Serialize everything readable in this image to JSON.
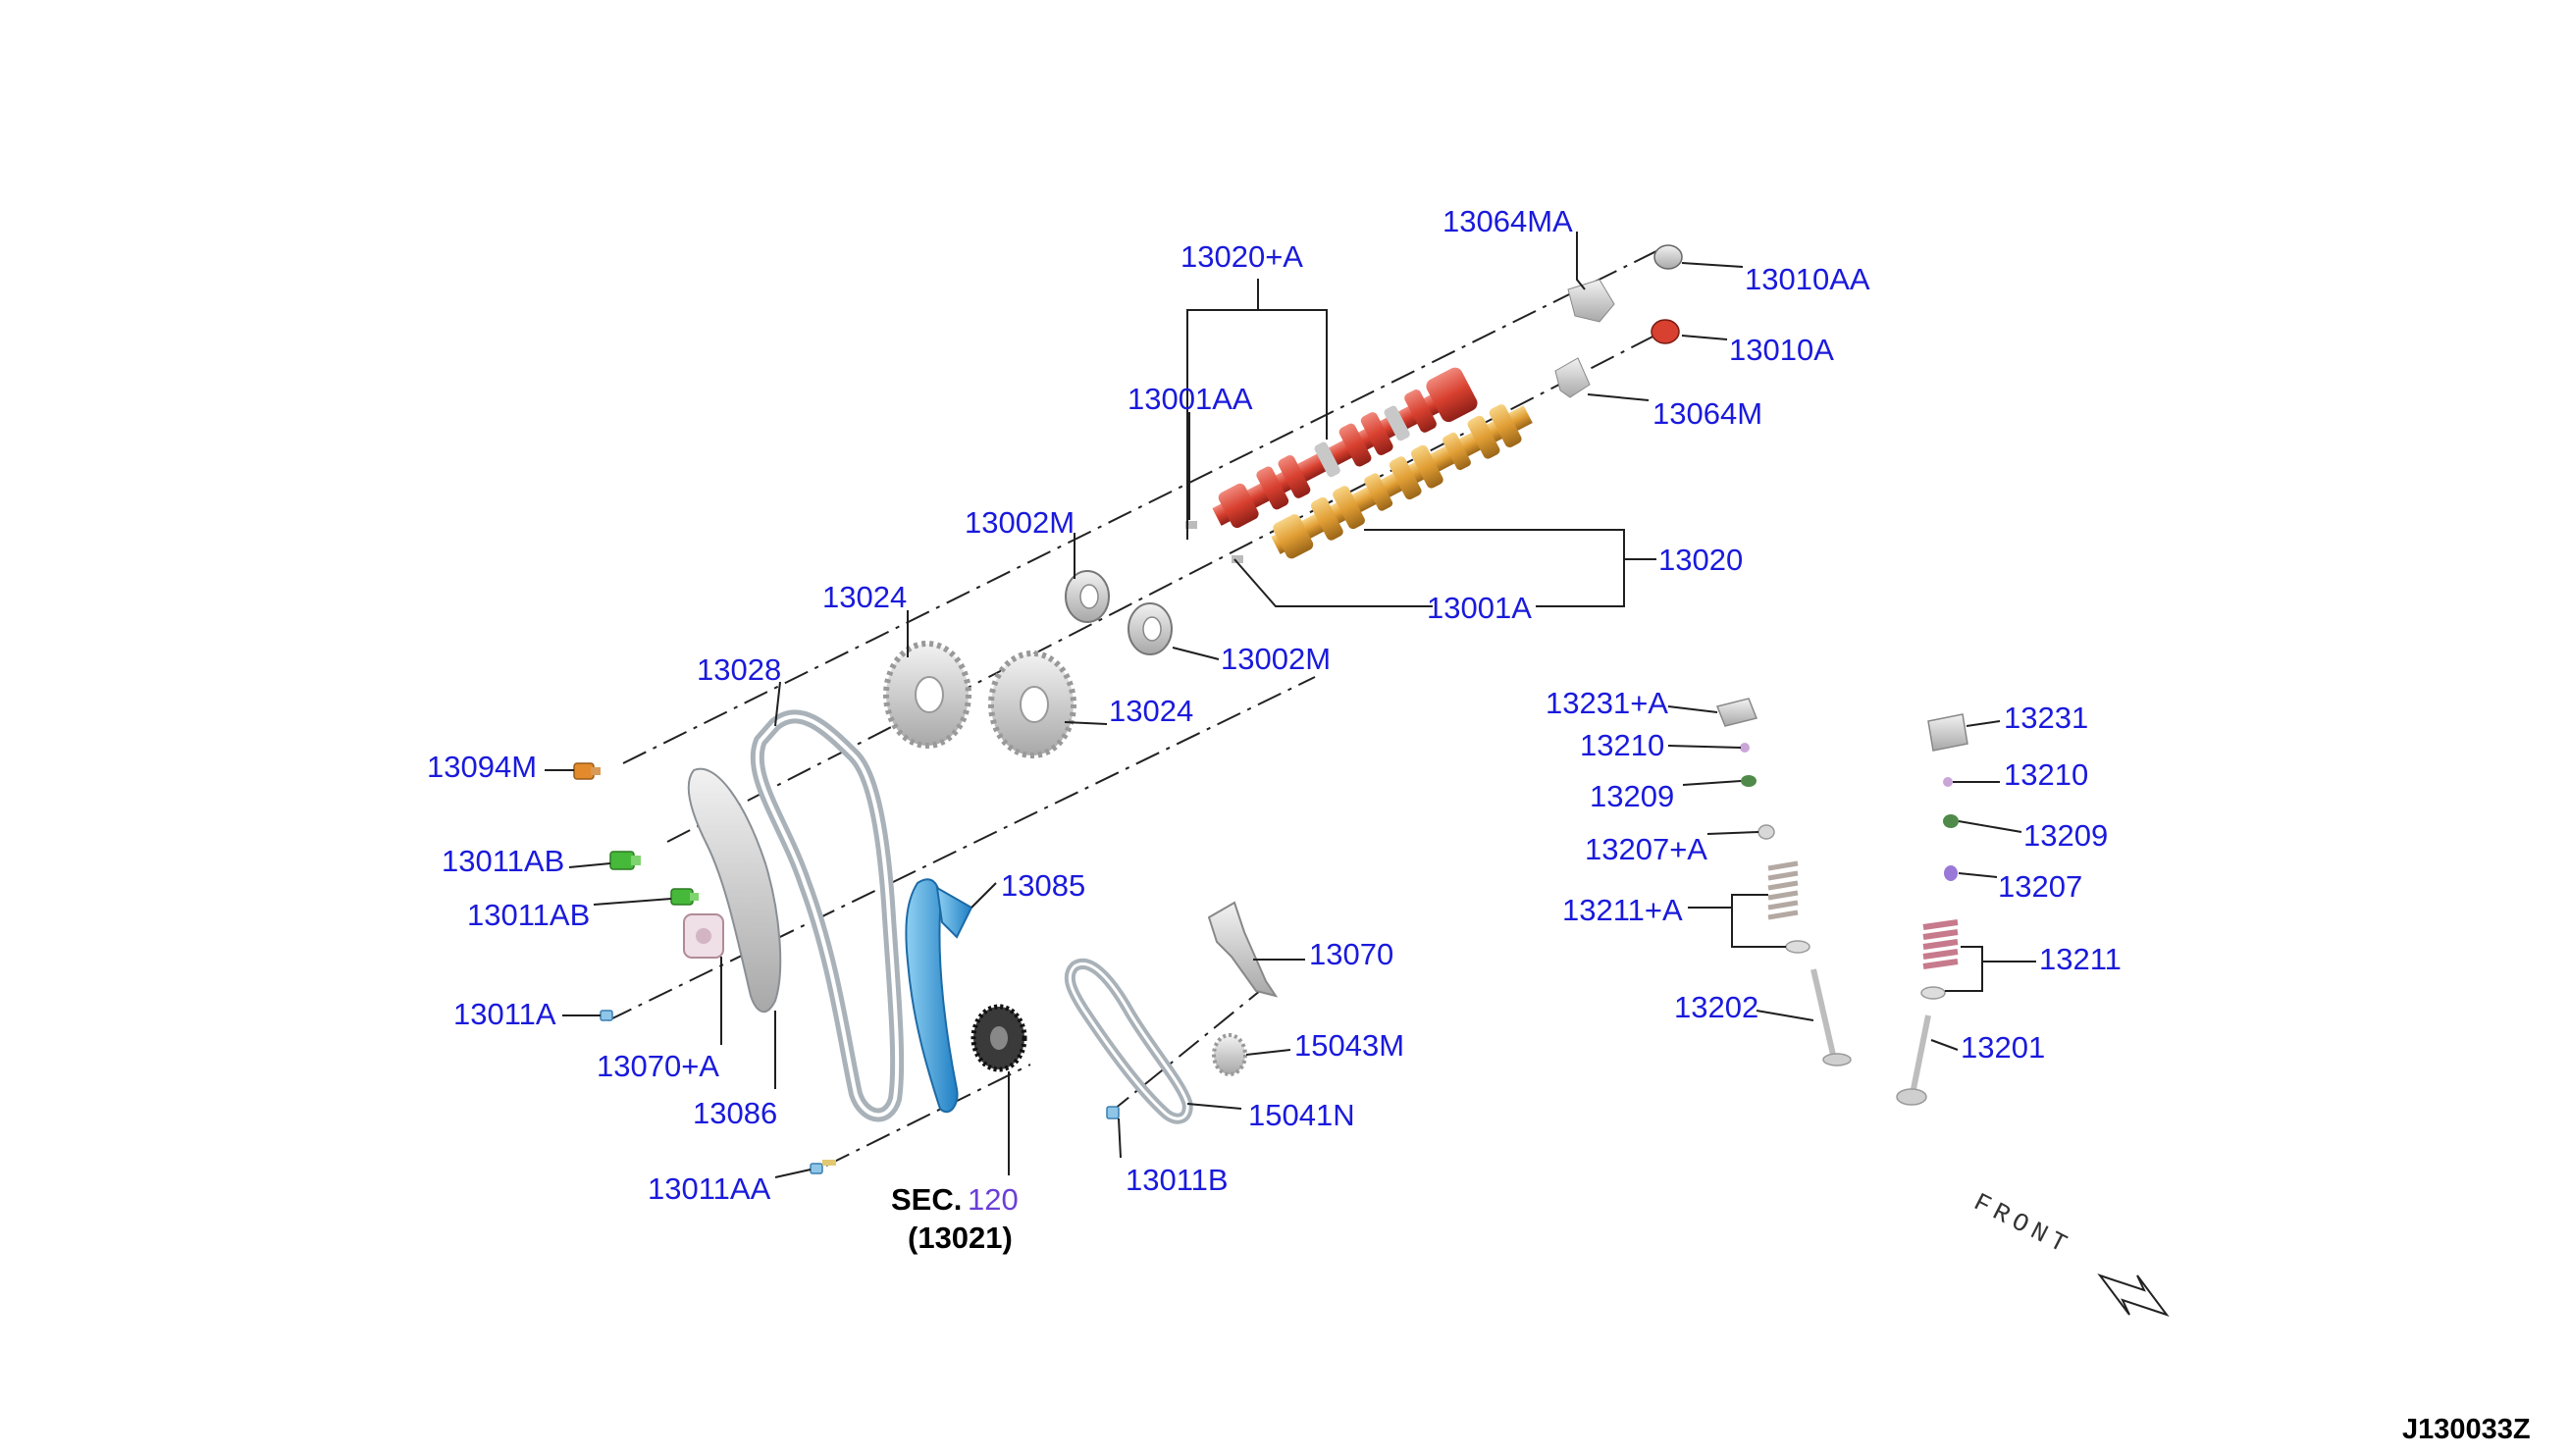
{
  "labels": {
    "l13064MA": "13064MA",
    "l13010AA": "13010AA",
    "l13020A": "13020+A",
    "l13010A": "13010A",
    "l13001AA": "13001AA",
    "l13064M": "13064M",
    "l13002M_top": "13002M",
    "l13020": "13020",
    "l13024_top": "13024",
    "l13001A": "13001A",
    "l13002M_bot": "13002M",
    "l13028": "13028",
    "l13024_bot": "13024",
    "l13094M": "13094M",
    "l13011AB_a": "13011AB",
    "l13011AB_b": "13011AB",
    "l13085": "13085",
    "l13070": "13070",
    "l13011A": "13011A",
    "l13070A": "13070+A",
    "l15043M": "15043M",
    "l13086": "13086",
    "l15041N": "15041N",
    "l13011AA": "13011AA",
    "l13011B": "13011B",
    "sec_prefix": "SEC.",
    "sec_num": "120",
    "sec_sub": "(13021)",
    "l13231A": "13231+A",
    "l13210_l": "13210",
    "l13209_l": "13209",
    "l13207A": "13207+A",
    "l13211A": "13211+A",
    "l13202": "13202",
    "l13231": "13231",
    "l13210_r": "13210",
    "l13209_r": "13209",
    "l13207": "13207",
    "l13211": "13211",
    "l13201": "13201",
    "front": "FRONT",
    "code": "J130033Z"
  },
  "colors": {
    "label": "#1a1adc",
    "intake_cam": "#d84436",
    "exhaust_cam": "#e2a33c",
    "tensioner": "#3b9ad9",
    "bolt_green": "#46b83a",
    "bolt_orange": "#e28a2c"
  }
}
